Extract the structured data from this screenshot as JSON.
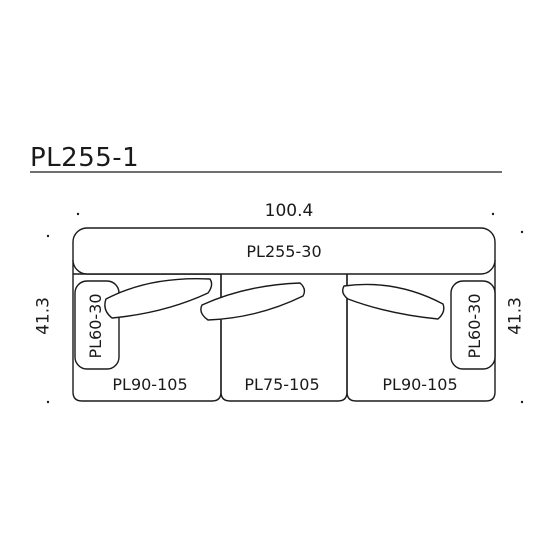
{
  "diagram": {
    "title": "PL255-1",
    "dimensions": {
      "width": "100.4",
      "depth_left": "41.3",
      "depth_right": "41.3"
    },
    "parts": {
      "back_cushion": "PL255-30",
      "left_seat": "PL90-105",
      "middle_seat": "PL75-105",
      "right_seat": "PL90-105",
      "left_armrest_pad": "PL60-30",
      "right_armrest_pad": "PL60-30"
    },
    "colors": {
      "line": "#1a1a1a",
      "background": "#ffffff"
    }
  }
}
